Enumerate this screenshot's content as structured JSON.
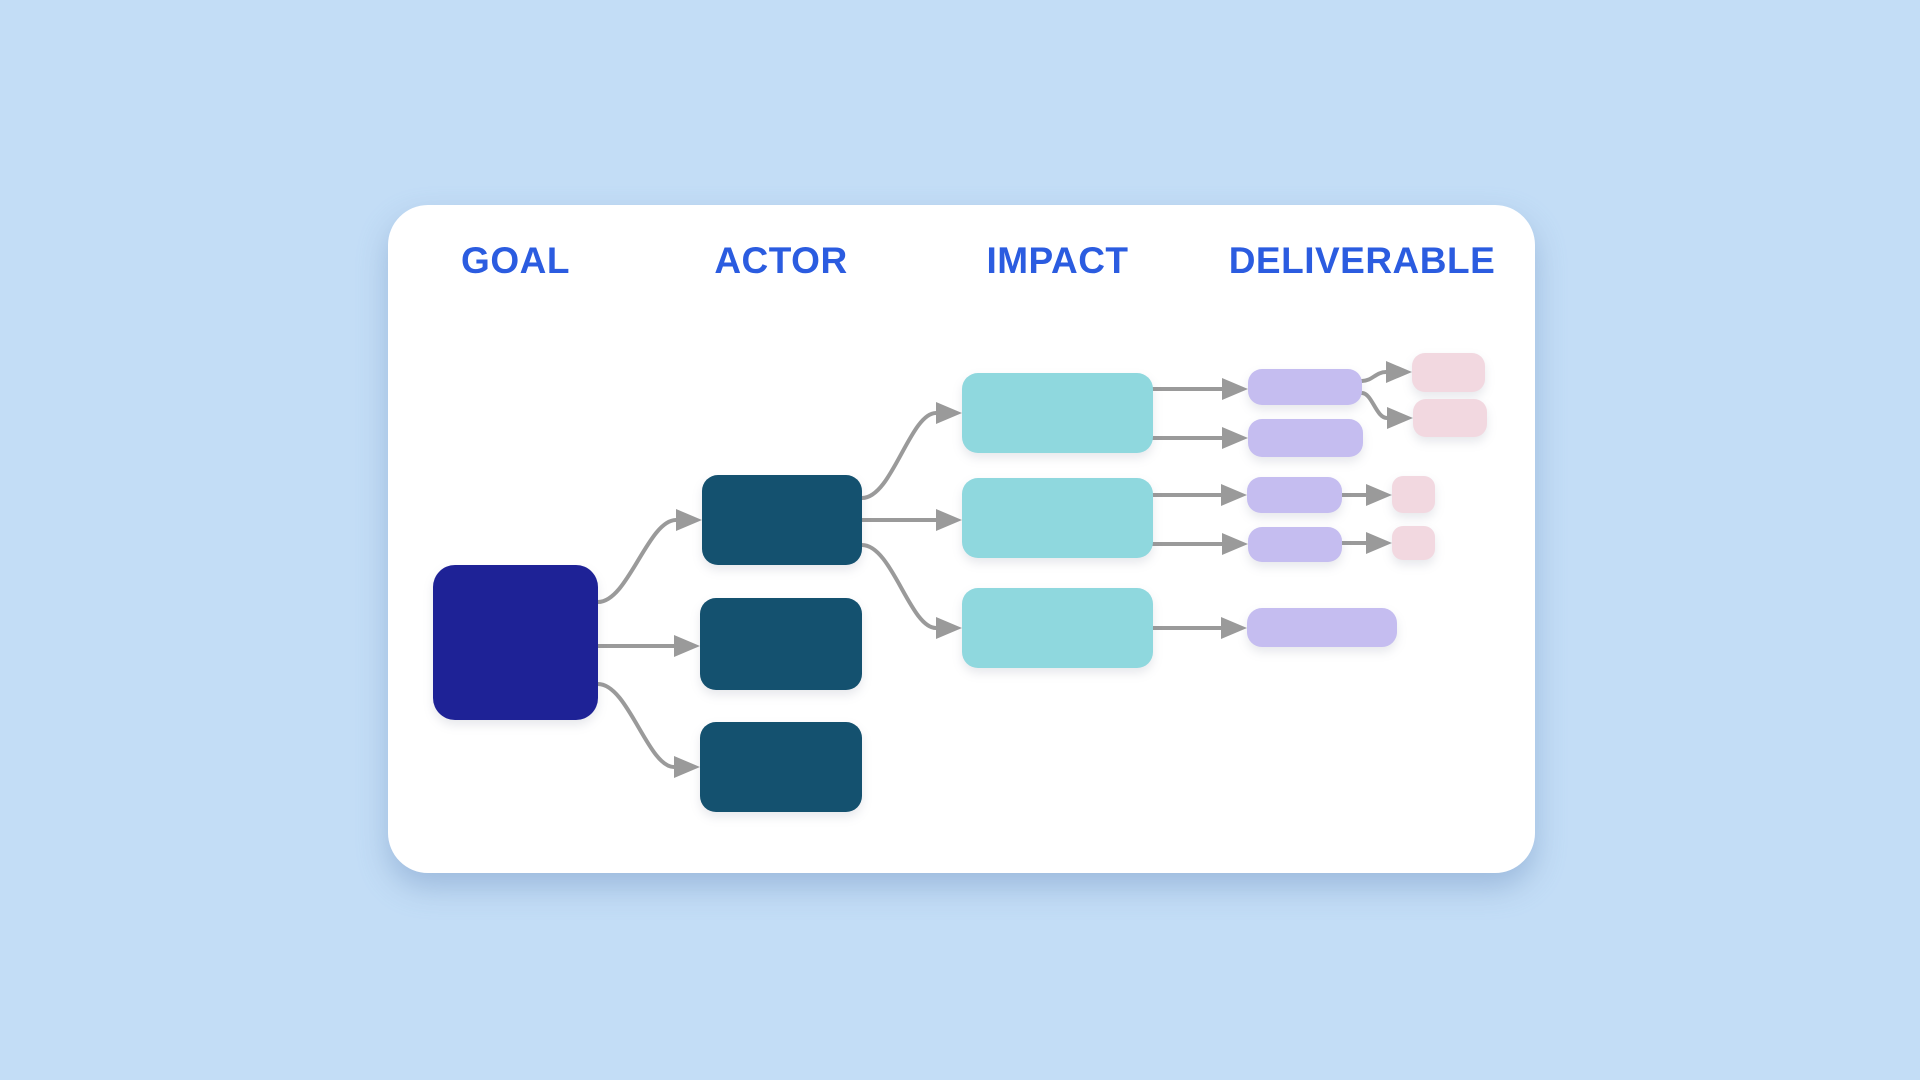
{
  "colors": {
    "background": "#c3ddf6",
    "card": "#ffffff",
    "header": "#2b5ce0",
    "goal": "#1e2296",
    "actor": "#14516f",
    "impact": "#8fd8de",
    "deliverable": "#c5bdf0",
    "subdeliverable": "#f2d8e0",
    "connector": "#9a9a9a"
  },
  "headers": [
    {
      "id": "goal",
      "label": "GOAL"
    },
    {
      "id": "actor",
      "label": "ACTOR"
    },
    {
      "id": "impact",
      "label": "IMPACT"
    },
    {
      "id": "deliverable",
      "label": "DELIVERABLE"
    }
  ],
  "diagram": {
    "columns": [
      "goal",
      "actor",
      "impact",
      "deliverable"
    ],
    "nodes": [
      {
        "id": "goal-1",
        "column": "goal",
        "color": "goal"
      },
      {
        "id": "actor-1",
        "column": "actor",
        "color": "actor"
      },
      {
        "id": "actor-2",
        "column": "actor",
        "color": "actor"
      },
      {
        "id": "actor-3",
        "column": "actor",
        "color": "actor"
      },
      {
        "id": "impact-1",
        "column": "impact",
        "color": "impact"
      },
      {
        "id": "impact-2",
        "column": "impact",
        "color": "impact"
      },
      {
        "id": "impact-3",
        "column": "impact",
        "color": "impact"
      },
      {
        "id": "deliverable-1a",
        "column": "deliverable",
        "color": "deliverable"
      },
      {
        "id": "deliverable-1b",
        "column": "deliverable",
        "color": "deliverable"
      },
      {
        "id": "deliverable-2a",
        "column": "deliverable",
        "color": "deliverable"
      },
      {
        "id": "deliverable-2b",
        "column": "deliverable",
        "color": "deliverable"
      },
      {
        "id": "deliverable-3",
        "column": "deliverable",
        "color": "deliverable"
      },
      {
        "id": "sub-deliverable-1a",
        "column": "deliverable",
        "color": "subdeliverable"
      },
      {
        "id": "sub-deliverable-1b",
        "column": "deliverable",
        "color": "subdeliverable"
      },
      {
        "id": "sub-deliverable-2a",
        "column": "deliverable",
        "color": "subdeliverable"
      },
      {
        "id": "sub-deliverable-2b",
        "column": "deliverable",
        "color": "subdeliverable"
      }
    ],
    "edges": [
      {
        "from": "goal-1",
        "to": "actor-1"
      },
      {
        "from": "goal-1",
        "to": "actor-2"
      },
      {
        "from": "goal-1",
        "to": "actor-3"
      },
      {
        "from": "actor-1",
        "to": "impact-1"
      },
      {
        "from": "actor-1",
        "to": "impact-2"
      },
      {
        "from": "actor-1",
        "to": "impact-3"
      },
      {
        "from": "impact-1",
        "to": "deliverable-1a"
      },
      {
        "from": "impact-1",
        "to": "deliverable-1b"
      },
      {
        "from": "deliverable-1a",
        "to": "sub-deliverable-1a"
      },
      {
        "from": "deliverable-1a",
        "to": "sub-deliverable-1b"
      },
      {
        "from": "impact-2",
        "to": "deliverable-2a"
      },
      {
        "from": "impact-2",
        "to": "deliverable-2b"
      },
      {
        "from": "deliverable-2a",
        "to": "sub-deliverable-2a"
      },
      {
        "from": "deliverable-2b",
        "to": "sub-deliverable-2b"
      },
      {
        "from": "impact-3",
        "to": "deliverable-3"
      }
    ]
  }
}
